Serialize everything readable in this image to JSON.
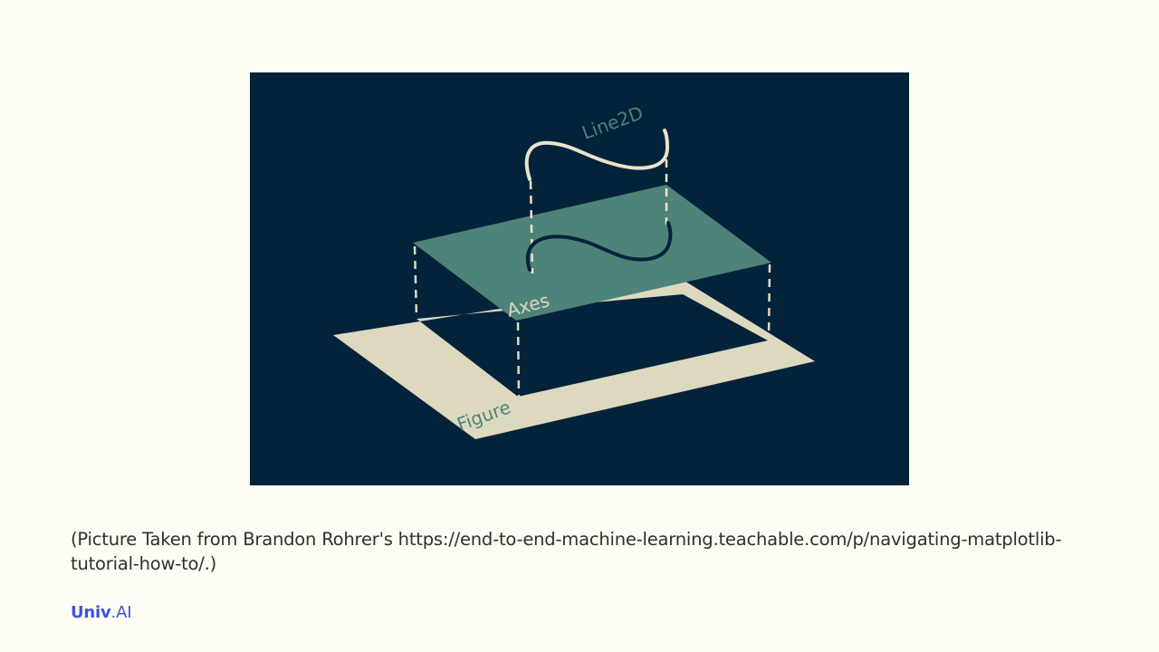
{
  "illustration": {
    "labels": {
      "line": "Line2D",
      "axes": "Axes",
      "figure": "Figure"
    },
    "colors": {
      "background": "#04233a",
      "figure": "#ddd9bf",
      "axes": "#4e8379",
      "line": "#e8e4cc",
      "projection": "#04233a"
    }
  },
  "caption": "(Picture Taken from Brandon Rohrer's https://end-to-end-machine-learning.teachable.com/p/navigating-matplotlib-tutorial-how-to/.)",
  "brand": {
    "main": "Univ",
    "dot": ".",
    "suffix": "AI"
  }
}
